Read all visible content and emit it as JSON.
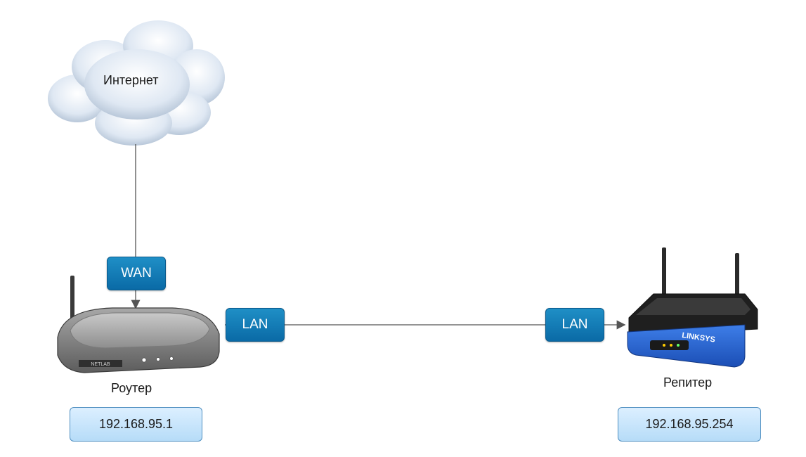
{
  "cloud": {
    "label": "Интернет"
  },
  "router": {
    "label": "Роутер",
    "ip": "192.168.95.1",
    "brand": "NETLAB"
  },
  "repeater": {
    "label": "Репитер",
    "ip": "192.168.95.254",
    "brand": "LINKSYS"
  },
  "ports": {
    "wan": "WAN",
    "router_lan": "LAN",
    "repeater_lan": "LAN"
  },
  "colors": {
    "port_fill": "#0a6aa6",
    "ip_fill": "#c4e3fa",
    "line": "#555555"
  }
}
